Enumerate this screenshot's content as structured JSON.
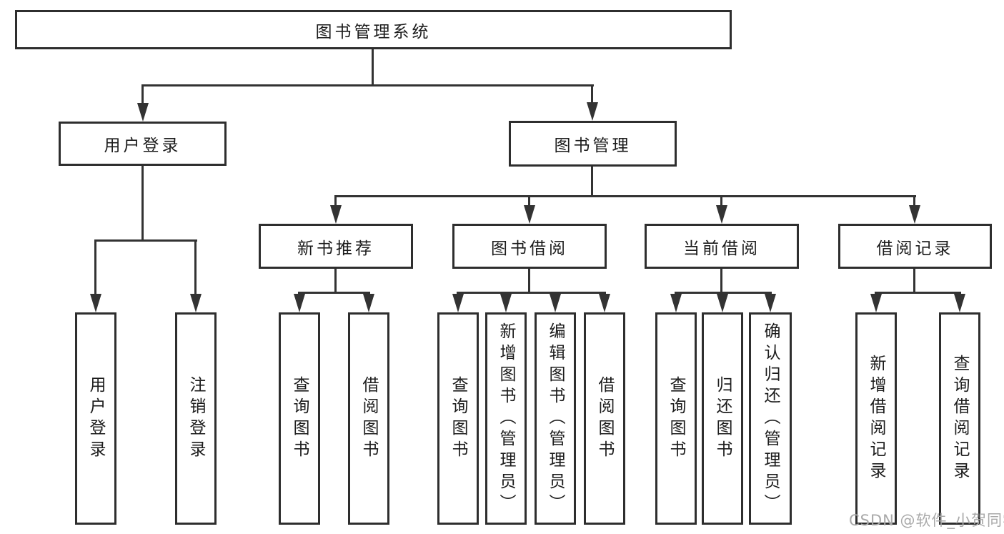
{
  "diagram": {
    "title": "图书管理系统",
    "branches": [
      {
        "label": "用户登录",
        "children": [
          {
            "label": "用户登录"
          },
          {
            "label": "注销登录"
          }
        ]
      },
      {
        "label": "图书管理",
        "children": [
          {
            "label": "新书推荐",
            "children": [
              {
                "label": "查询图书"
              },
              {
                "label": "借阅图书"
              }
            ]
          },
          {
            "label": "图书借阅",
            "children": [
              {
                "label": "查询图书"
              },
              {
                "label": "新增图书（管理员）"
              },
              {
                "label": "编辑图书（管理员）"
              },
              {
                "label": "借阅图书"
              }
            ]
          },
          {
            "label": "当前借阅",
            "children": [
              {
                "label": "查询图书"
              },
              {
                "label": "归还图书"
              },
              {
                "label": "确认归还（管理员）"
              }
            ]
          },
          {
            "label": "借阅记录",
            "children": [
              {
                "label": "新增借阅记录"
              },
              {
                "label": "查询借阅记录"
              }
            ]
          }
        ]
      }
    ]
  },
  "watermark": {
    "text": "CSDN @软件_小贺同学"
  },
  "colors": {
    "line": "#333333",
    "border": "#2e2e2e",
    "watermark": "#a9a9a9",
    "background": "#ffffff"
  }
}
